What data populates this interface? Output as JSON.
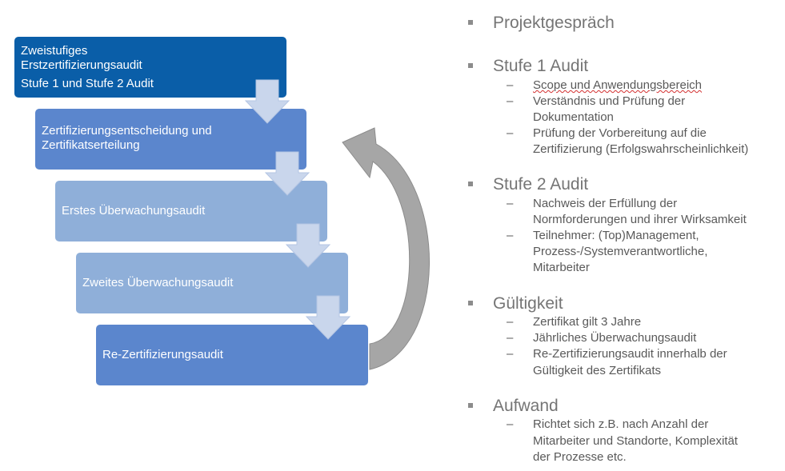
{
  "diagram": {
    "boxes": [
      {
        "lines": [
          "Zweistufiges",
          "Erstzertifizierungsaudit",
          "Stufe 1 und Stufe 2 Audit"
        ],
        "color": "#0a5ea8"
      },
      {
        "lines": [
          "Zertifizierungsentscheidung und",
          "Zertifikatserteilung"
        ],
        "color": "#5b86cd"
      },
      {
        "lines": [
          "Erstes Überwachungsaudit"
        ],
        "color": "#8fafd9"
      },
      {
        "lines": [
          "Zweites Überwachungsaudit"
        ],
        "color": "#8fafd9"
      },
      {
        "lines": [
          "Re-Zertifizierungsaudit"
        ],
        "color": "#5b86cd"
      }
    ],
    "arrow_color": "#c9d6ec",
    "cycle_arrow_color": "#a6a6a6"
  },
  "bullets": [
    {
      "title": "Projektgespräch",
      "items": []
    },
    {
      "title": "Stufe 1 Audit",
      "items": [
        [
          "Scope und Anwendungsbereich"
        ],
        [
          "Verständnis und Prüfung der",
          "Dokumentation"
        ],
        [
          "Prüfung der Vorbereitung auf die",
          "Zertifizierung (Erfolgswahrscheinlichkeit)"
        ]
      ]
    },
    {
      "title": "Stufe 2 Audit",
      "items": [
        [
          "Nachweis der Erfüllung der",
          "Normforderungen und ihrer Wirksamkeit"
        ],
        [
          "Teilnehmer: (Top)Management,",
          "Prozess-/Systemverantwortliche,",
          "Mitarbeiter"
        ]
      ]
    },
    {
      "title": "Gültigkeit",
      "items": [
        [
          "Zertifikat gilt 3 Jahre"
        ],
        [
          "Jährliches Überwachungsaudit"
        ],
        [
          "Re-Zertifizierungsaudit innerhalb der",
          "Gültigkeit des Zertifikats"
        ]
      ]
    },
    {
      "title": "Aufwand",
      "items": [
        [
          "Richtet sich z.B. nach Anzahl der",
          "Mitarbeiter und Standorte, Komplexität",
          "der Prozesse etc."
        ]
      ]
    }
  ],
  "dash_glyph": "–"
}
